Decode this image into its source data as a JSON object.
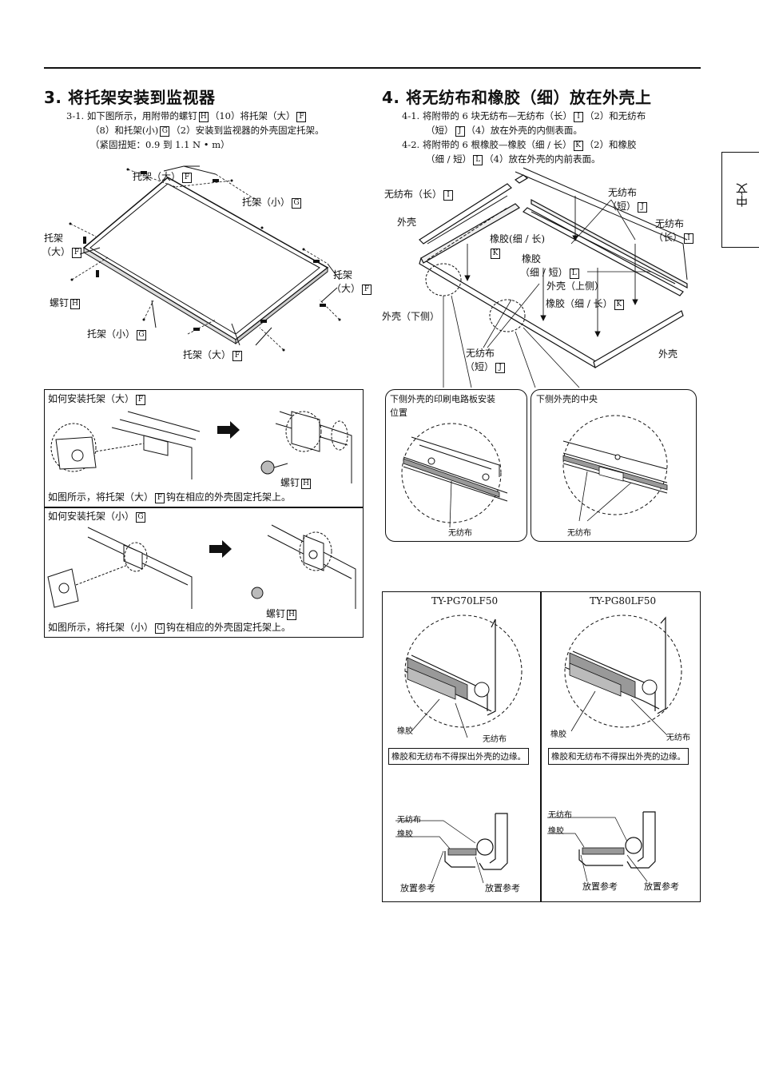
{
  "side_tab": "中文",
  "sec3": {
    "title": "3. 将托架安装到监视器",
    "p1a": "3-1. 如下图所示，用附带的螺钉",
    "p1b": "（10）将托架（大）",
    "p2a": "（8）和托架(小)",
    "p2b": "（2）安装到监视器的外壳固定托架。",
    "p3": "（紧固扭矩：0.9 到 1.1 N • m）",
    "key_h": "H",
    "key_f": "F",
    "key_g": "G",
    "labels": {
      "bracket_large": "托架（大）",
      "bracket_small": "托架（小）",
      "bracket_large_left_1": "托架",
      "bracket_large_left_2": "（大）",
      "screw": "螺钉"
    },
    "box1_title": "如何安装托架（大）",
    "box1_caption_a": "如图所示，将托架（大）",
    "box1_caption_b": "钩在相应的外壳固定托架上。",
    "box2_title": "如何安装托架（小）",
    "box2_caption_a": "如图所示，将托架（小）",
    "box2_caption_b": "钩在相应的外壳固定托架上。"
  },
  "sec4": {
    "title": "4. 将无纺布和橡胶（细）放在外壳上",
    "p1a": "4-1. 将附带的 6 块无纺布—无纺布（长）",
    "p1b": "（2）和无纺布",
    "p2a": "（短）",
    "p2b": "（4）放在外壳的内侧表面。",
    "p3a": "4-2. 将附带的 6 根橡胶—橡胶（细 / 长）",
    "p3b": "（2）和橡胶",
    "p4a": "（细 / 短）",
    "p4b": "（4）放在外壳的内前表面。",
    "key_i": "I",
    "key_j": "J",
    "key_k": "K",
    "key_l": "L",
    "labels": {
      "cloth_long": "无纺布（长）",
      "cloth": "无纺布",
      "short": "（短）",
      "long": "（长）",
      "casing": "外壳",
      "rubber_long": "橡胶(细 / 长)",
      "rubber": "橡胶",
      "thin_short": "（细 / 短）",
      "casing_top": "外壳（上侧）",
      "rubber_thin_long": "橡胶（细 / 长）",
      "casing_bottom": "外壳（下侧）"
    },
    "detail_left_title_1": "下侧外壳的印刷电路板安装",
    "detail_left_title_2": "位置",
    "detail_right_title": "下侧外壳的中央",
    "detail_cloth": "无纺布"
  },
  "models": {
    "left": "TY-PG70LF50",
    "right": "TY-PG80LF50",
    "rubber": "橡胶",
    "cloth": "无纺布",
    "warning": "橡胶和无纺布不得探出外壳的边缘。",
    "placement": "放置参考"
  }
}
